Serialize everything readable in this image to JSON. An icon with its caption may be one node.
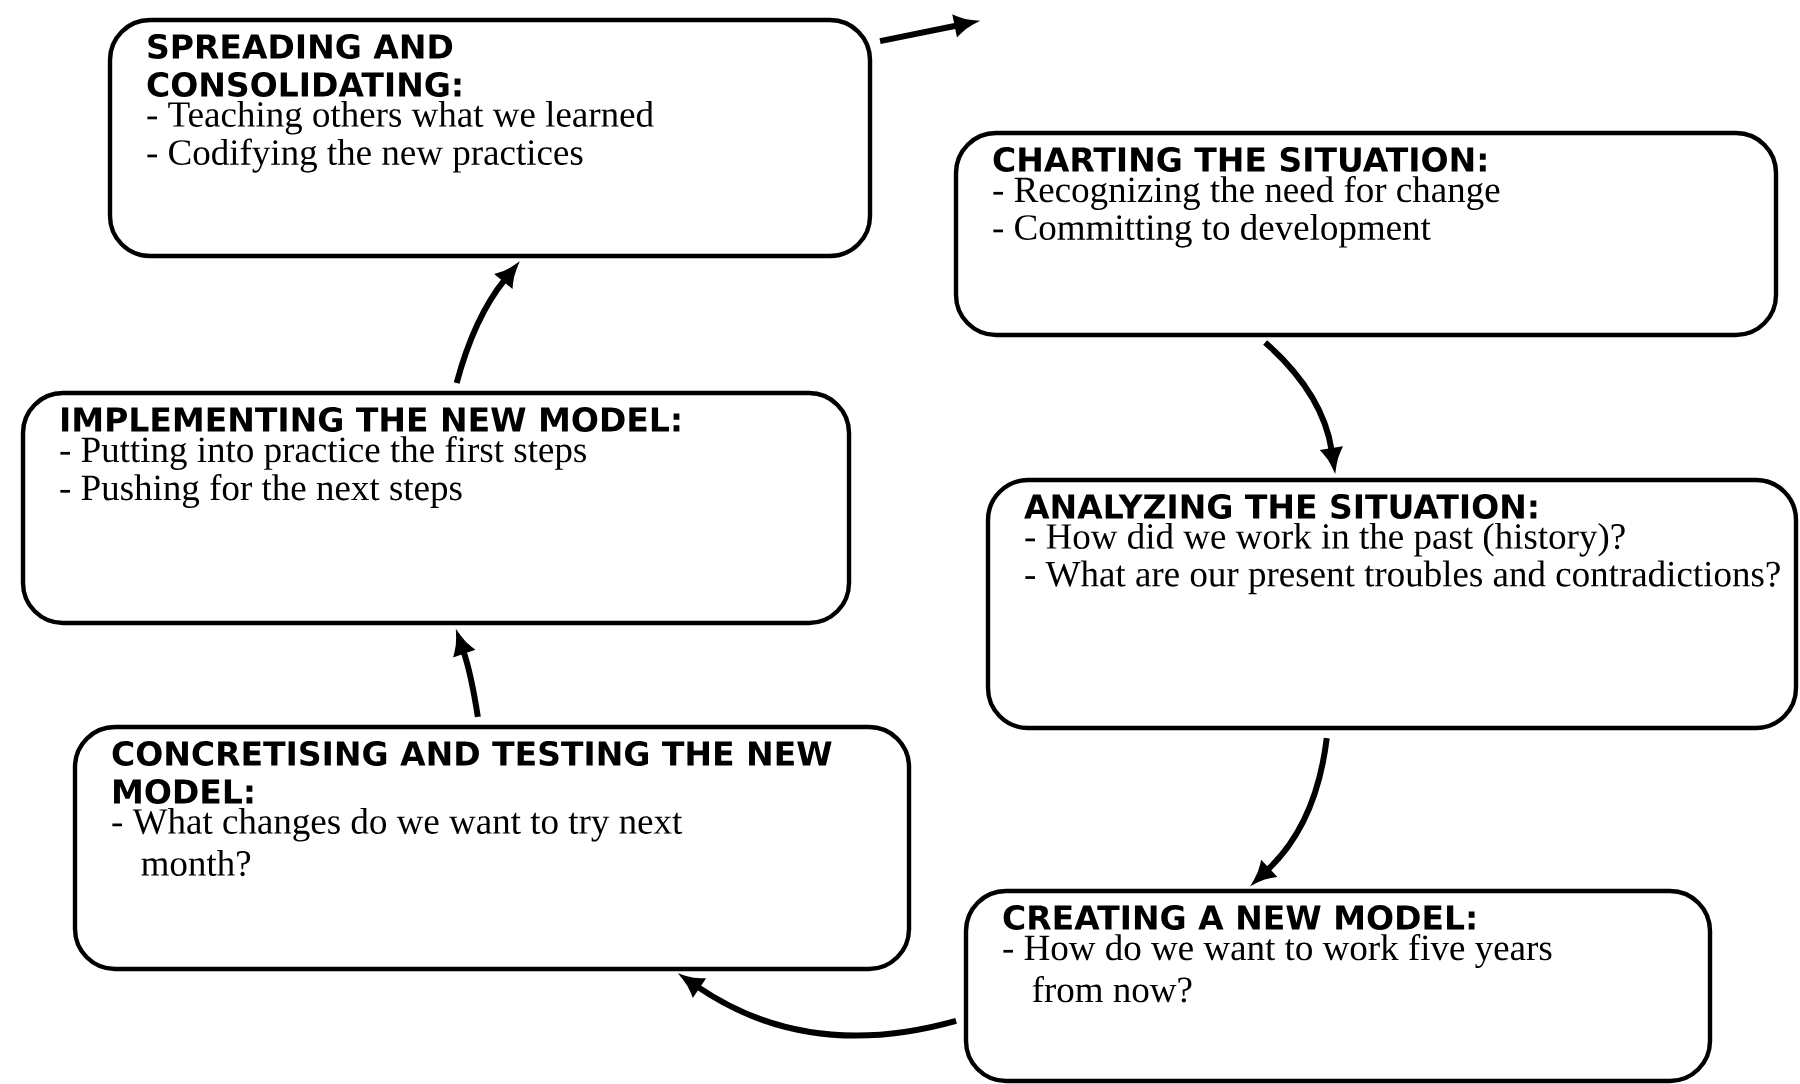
{
  "diagram": {
    "nodes": [
      {
        "text": [
          "SPREADING AND CONSOLIDATING:",
          "- Teaching others what we learned",
          "- Codifying the new practices"
        ]
      },
      {
        "text": [
          "CHARTING THE SITUATION:",
          "- Recognizing the need for change",
          "- Committing to development"
        ]
      },
      {
        "text": [
          "IMPLEMENTING THE NEW MODEL:",
          "- Putting into practice the first steps",
          "- Pushing for the next steps"
        ]
      },
      {
        "text": [
          "ANALYZING THE SITUATION:",
          "- How did we work in the past (history)?",
          "- What are our present troubles and contradictions?"
        ]
      },
      {
        "text": [
          "CONCRETISING AND TESTING THE NEW MODEL:",
          "- What changes do we want to try next month?"
        ]
      },
      {
        "text": [
          "CREATING A NEW MODEL:",
          "- How do we want to work five years from now?"
        ]
      }
    ],
    "edges": [
      {
        "from": 1,
        "to": 3,
        "arrow": "to"
      },
      {
        "from": 3,
        "to": 5,
        "arrow": "to"
      },
      {
        "from": 5,
        "to": 4,
        "arrow": "to"
      },
      {
        "from": 4,
        "to": 2,
        "arrow": "to"
      },
      {
        "from": 2,
        "to": 0,
        "arrow": "to"
      },
      {
        "from": 0,
        "to": null,
        "arrow": "to"
      }
    ]
  }
}
